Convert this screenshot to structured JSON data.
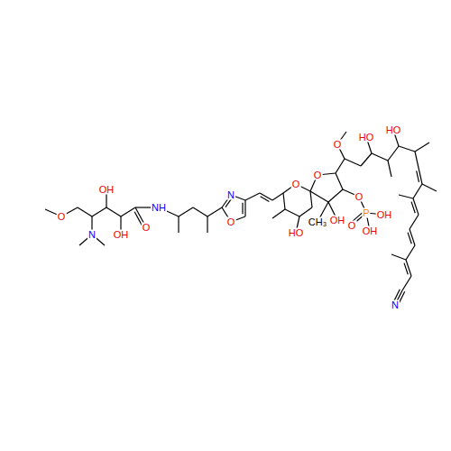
{
  "diagram": {
    "labels": [
      "O",
      "N",
      "OH",
      "OH",
      "O",
      "NH",
      "N",
      "O",
      "O",
      "HO",
      "O",
      "OH",
      "CH₃",
      "O",
      "P",
      "O",
      "OH",
      "OH",
      "O",
      "HO",
      "HO",
      "N"
    ]
  }
}
